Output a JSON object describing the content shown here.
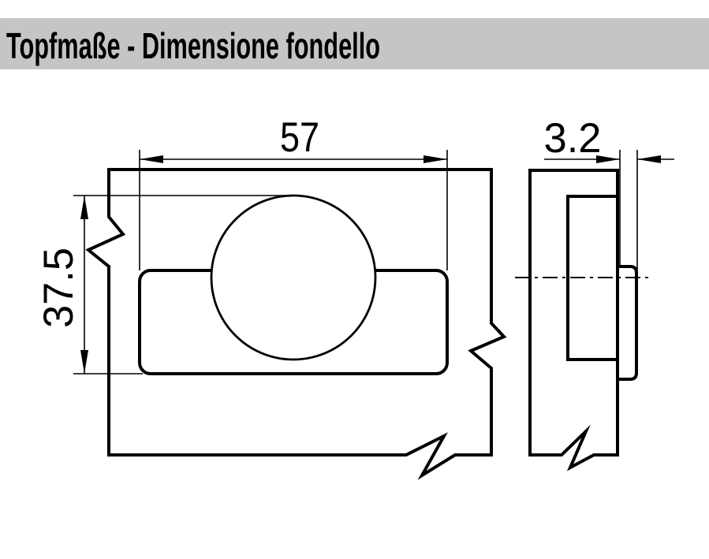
{
  "header": {
    "title": "Topfmaße - Dimensione fondello"
  },
  "drawing": {
    "front_view": {
      "width_label": "57",
      "height_label": "37.5"
    },
    "side_view": {
      "lip_label": "3.2"
    }
  },
  "colors": {
    "background": "#ffffff",
    "header_bg": "#c5c5c5",
    "panel_fill": "#dedede",
    "cutout_fill": "#ffffff",
    "line": "#000000"
  }
}
